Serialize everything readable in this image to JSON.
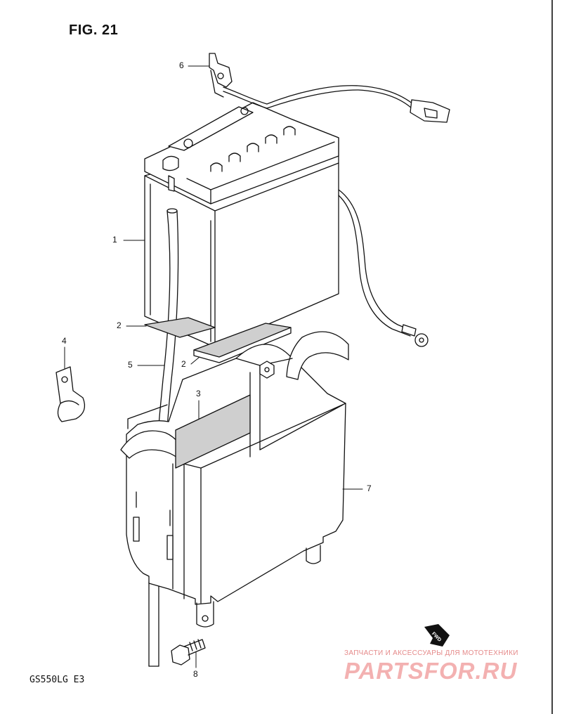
{
  "figure": {
    "title": "FIG. 21",
    "model_code": "GS550LG  E3"
  },
  "callouts": [
    {
      "id": "1",
      "label": "1"
    },
    {
      "id": "2a",
      "label": "2"
    },
    {
      "id": "2b",
      "label": "2"
    },
    {
      "id": "3",
      "label": "3"
    },
    {
      "id": "4",
      "label": "4"
    },
    {
      "id": "5",
      "label": "5"
    },
    {
      "id": "6",
      "label": "6"
    },
    {
      "id": "7",
      "label": "7"
    },
    {
      "id": "8",
      "label": "8"
    }
  ],
  "direction_marker": {
    "label": "FWD"
  },
  "watermark": {
    "tagline": "ЗАПЧАСТИ И АКСЕССУАРЫ ДЛЯ МОТОТЕХНИКИ",
    "logo": "PARTSFOR.RU"
  }
}
